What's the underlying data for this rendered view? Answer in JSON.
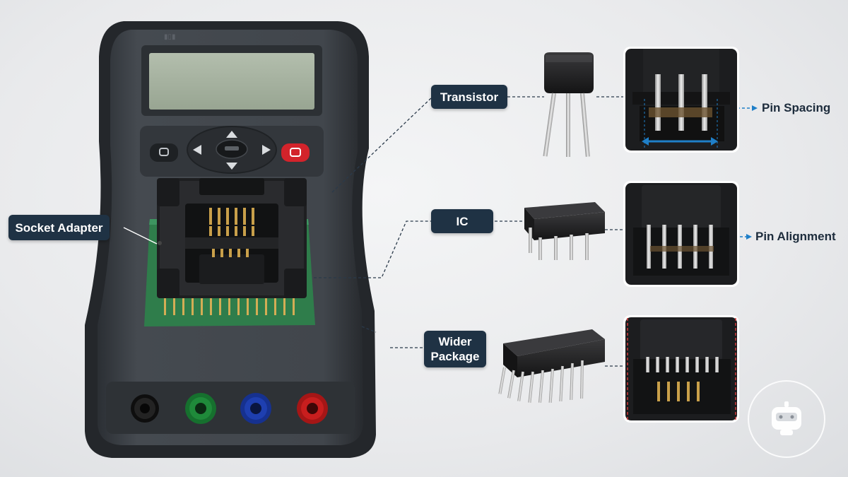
{
  "labels": {
    "socket_adapter": "Socket Adapter",
    "transistor": "Transistor",
    "ic": "IC",
    "wider_package_line1": "Wider",
    "wider_package_line2": "Package"
  },
  "callouts": {
    "pin_spacing": "Pin Spacing",
    "pin_alignment": "Pin Alignment"
  },
  "colors": {
    "label_bg": "#1f3244",
    "accent_blue": "#1f7fc8",
    "dash_red": "#d23a3a",
    "device_body": "#3a3f45",
    "lcd": "#a9b5a3",
    "pcb": "#2f7d4b",
    "jack_black": "#1a1a1a",
    "jack_green": "#1f8a3a",
    "jack_blue": "#1e3fb0",
    "jack_red": "#c81e1e"
  },
  "icons": [
    "arrow-up-icon",
    "arrow-down-icon",
    "arrow-left-icon",
    "arrow-right-icon",
    "power-icon",
    "stop-icon",
    "robot-logo-icon"
  ]
}
